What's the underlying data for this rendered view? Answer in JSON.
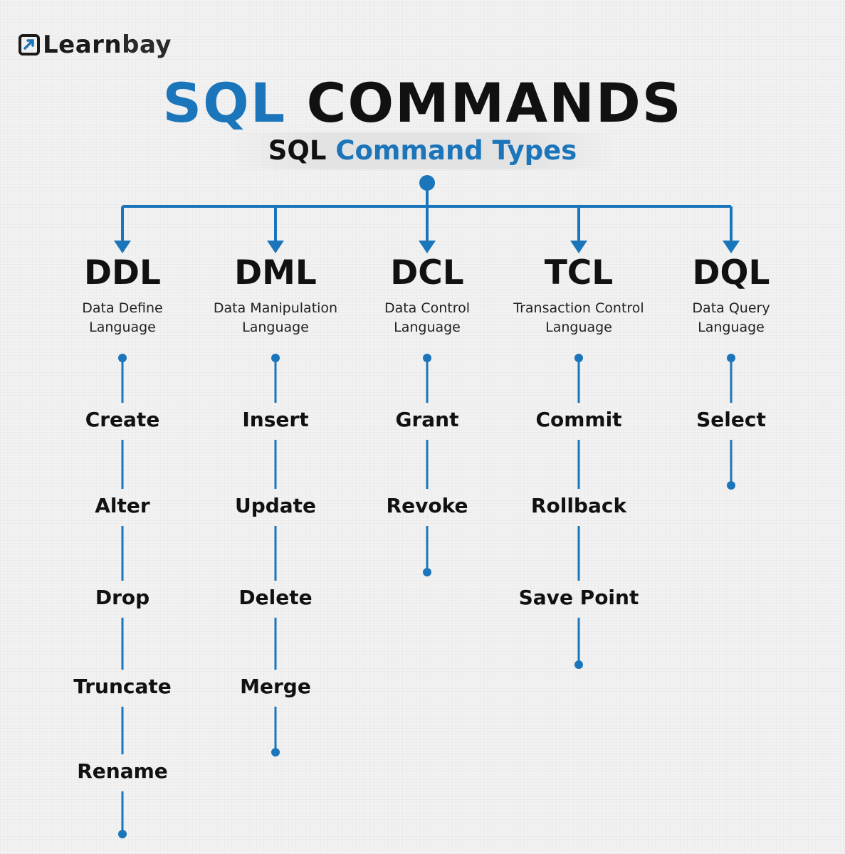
{
  "brand": {
    "logo_part1": "Learn",
    "logo_part2": "bay"
  },
  "title": {
    "part1": "SQL",
    "part2": "COMMANDS"
  },
  "subtitle": {
    "part1": "SQL",
    "part2": "Command Types"
  },
  "colors": {
    "accent": "#1b75bb",
    "text": "#111111",
    "background": "#f2f2f2"
  },
  "categories": [
    {
      "abbr": "DDL",
      "full_line1": "Data Define",
      "full_line2": "Language",
      "commands": [
        "Create",
        "Alter",
        "Drop",
        "Truncate",
        "Rename"
      ]
    },
    {
      "abbr": "DML",
      "full_line1": "Data Manipulation",
      "full_line2": "Language",
      "commands": [
        "Insert",
        "Update",
        "Delete",
        "Merge"
      ]
    },
    {
      "abbr": "DCL",
      "full_line1": "Data Control",
      "full_line2": "Language",
      "commands": [
        "Grant",
        "Revoke"
      ]
    },
    {
      "abbr": "TCL",
      "full_line1": "Transaction Control",
      "full_line2": "Language",
      "commands": [
        "Commit",
        "Rollback",
        "Save Point"
      ]
    },
    {
      "abbr": "DQL",
      "full_line1": "Data Query",
      "full_line2": "Language",
      "commands": [
        "Select"
      ]
    }
  ]
}
